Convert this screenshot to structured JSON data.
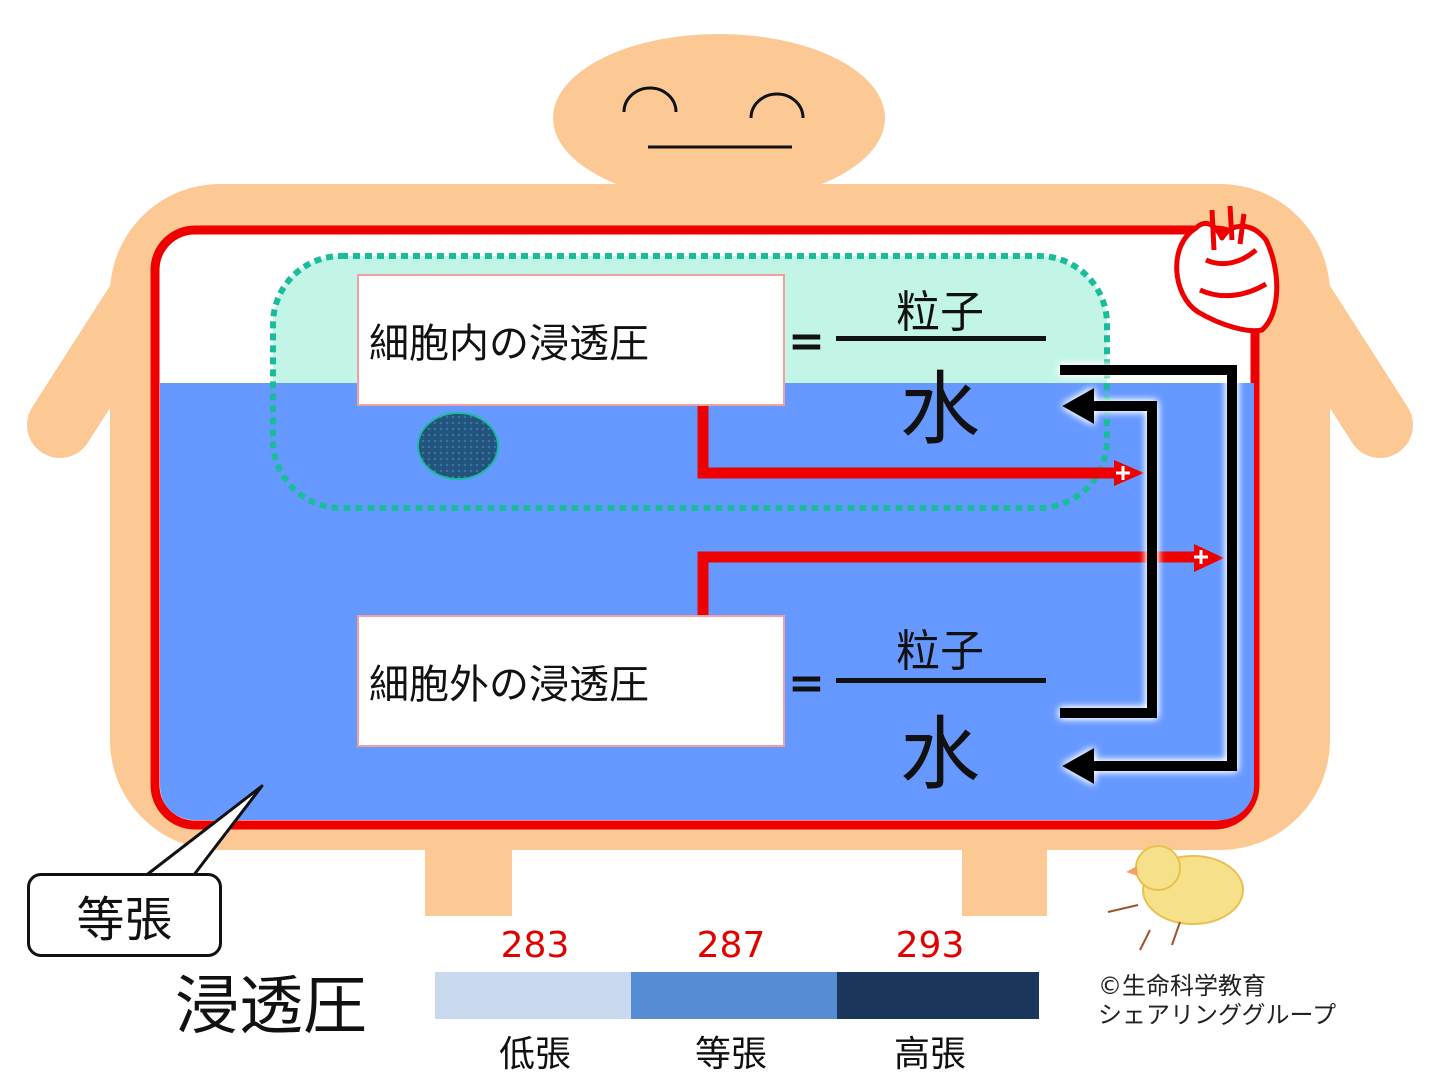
{
  "intracellular": {
    "label": "細胞内の浸透圧",
    "equals": "=",
    "numerator": "粒子",
    "denominator": "水"
  },
  "extracellular": {
    "label": "細胞外の浸透圧",
    "equals": "=",
    "numerator": "粒子",
    "denominator": "水"
  },
  "bubble_label": "等張",
  "osmotic_title": "浸透圧",
  "scale": {
    "values": [
      "283",
      "287",
      "293"
    ],
    "labels": [
      "低張",
      "等張",
      "高張"
    ],
    "colors": [
      "#c9d9ef",
      "#558cd4",
      "#1b365d"
    ]
  },
  "credit": {
    "line1": "©生命科学教育",
    "line2": "シェアリンググループ"
  },
  "colors": {
    "skin": "#fcc995",
    "blood_vessel": "#ee0000",
    "extracellular_fluid": "#6699ff",
    "cell_fill": "#c2f5e6",
    "cell_border": "#1abc9c",
    "arrow": "#000000"
  }
}
